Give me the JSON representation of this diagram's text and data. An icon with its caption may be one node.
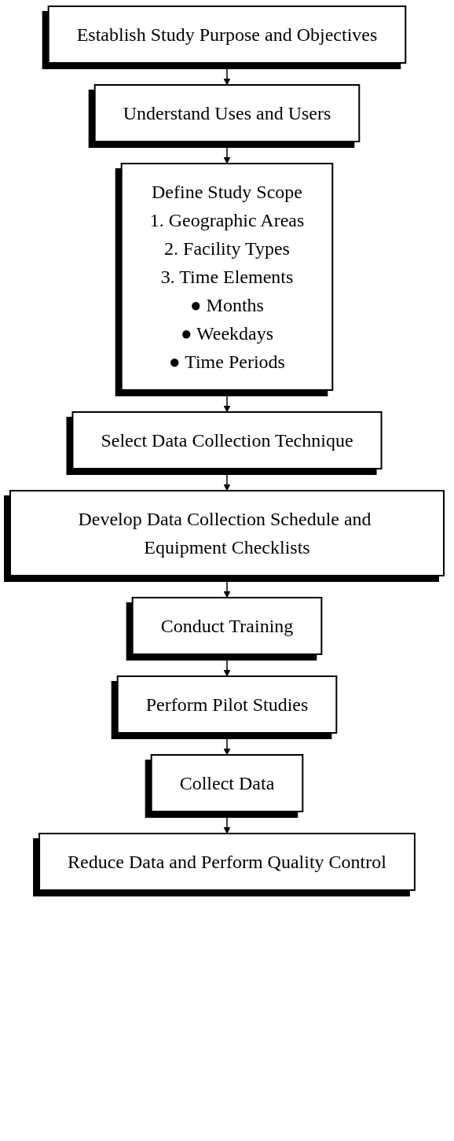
{
  "diagram": {
    "nodes": [
      {
        "text": [
          "Establish Study Purpose and Objectives"
        ]
      },
      {
        "text": [
          "Understand Uses and Users"
        ]
      },
      {
        "text": [
          "Define Study Scope",
          "1. Geographic Areas",
          "2. Facility Types",
          "3. Time Elements",
          "● Months",
          "● Weekdays",
          "● Time Periods"
        ]
      },
      {
        "text": [
          "Select Data Collection Technique"
        ]
      },
      {
        "text": [
          "Develop Data Collection Schedule and Equipment Checklists"
        ]
      },
      {
        "text": [
          "Conduct Training"
        ]
      },
      {
        "text": [
          "Perform Pilot Studies"
        ]
      },
      {
        "text": [
          "Collect Data"
        ]
      },
      {
        "text": [
          "Reduce Data and Perform Quality Control"
        ]
      }
    ],
    "edges": [
      {
        "from": 0,
        "to": 1,
        "arrow": "to"
      },
      {
        "from": 1,
        "to": 2,
        "arrow": "to"
      },
      {
        "from": 2,
        "to": 3,
        "arrow": "to"
      },
      {
        "from": 3,
        "to": 4,
        "arrow": "to"
      },
      {
        "from": 4,
        "to": 5,
        "arrow": "to"
      },
      {
        "from": 5,
        "to": 6,
        "arrow": "to"
      },
      {
        "from": 6,
        "to": 7,
        "arrow": "to"
      },
      {
        "from": 7,
        "to": 8,
        "arrow": "to"
      }
    ]
  }
}
